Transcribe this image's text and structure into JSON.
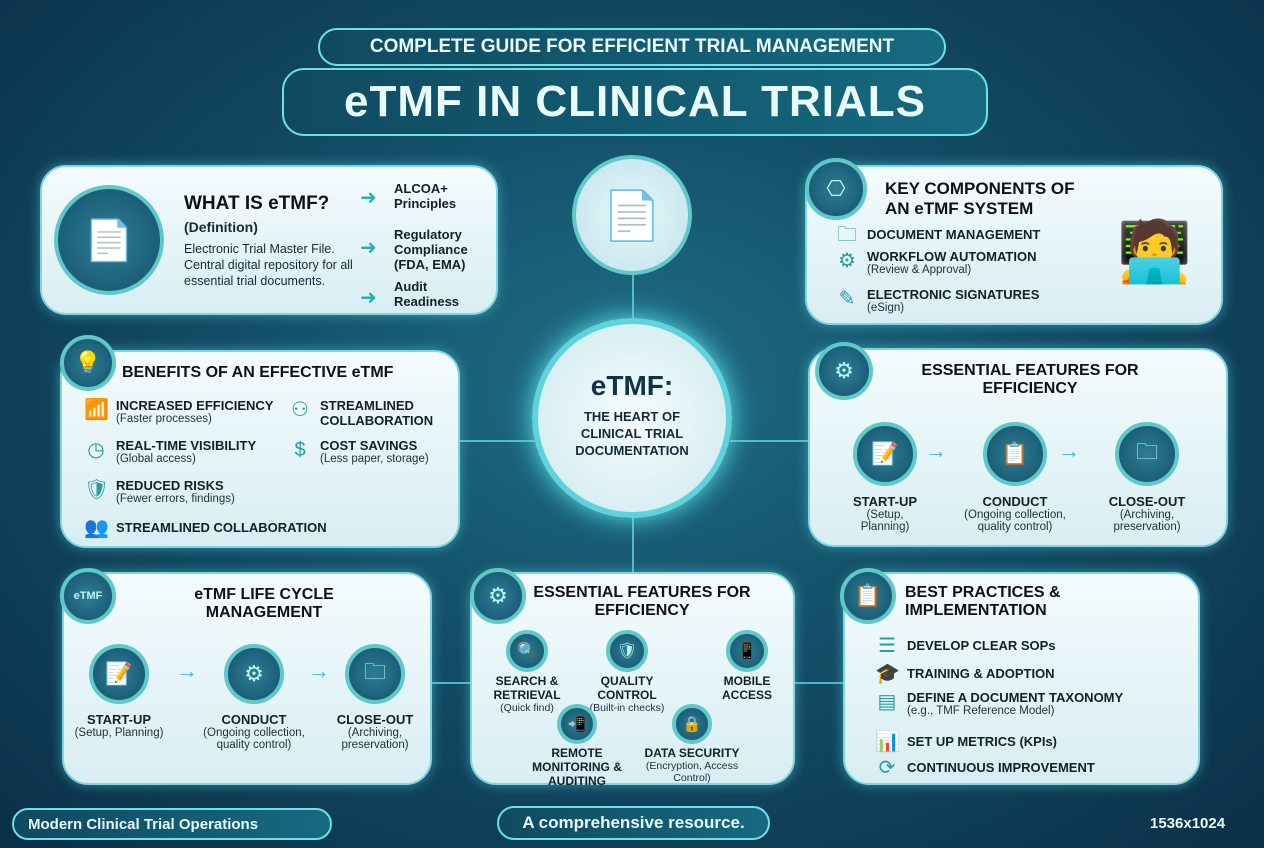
{
  "header": {
    "subtitle": "COMPLETE GUIDE FOR EFFICIENT TRIAL MANAGEMENT",
    "title": "eTMF IN CLINICAL TRIALS"
  },
  "what_is": {
    "title": "WHAT IS eTMF?",
    "subtitle": "(Definition)",
    "body": "Electronic Trial Master File. Central digital repository for all essential trial documents.",
    "points": [
      "ALCOA+ Principles",
      "Regulatory Compliance (FDA, EMA)",
      "Audit Readiness"
    ],
    "icon": "document-cloud-icon"
  },
  "benefits": {
    "title": "BENEFITS OF AN EFFECTIVE eTMF",
    "items": [
      {
        "t": "INCREASED EFFICIENCY",
        "s": "(Faster processes)",
        "icon": "bar-chart-icon"
      },
      {
        "t": "REAL-TIME VISIBILITY",
        "s": "(Global access)",
        "icon": "clock-icon"
      },
      {
        "t": "REDUCED RISKS",
        "s": "(Fewer errors, findings)",
        "icon": "shield-check-icon"
      },
      {
        "t": "STREAMLINED COLLABORATION",
        "s": "",
        "icon": "team-icon"
      },
      {
        "t": "STREAMLINED COLLABORATION",
        "s": "",
        "icon": "collaboration-icon"
      },
      {
        "t": "COST SAVINGS",
        "s": "(Less paper, storage)",
        "icon": "dollar-icon"
      }
    ]
  },
  "center": {
    "title": "eTMF:",
    "subtitle": "THE HEART OF CLINICAL TRIAL DOCUMENTATION"
  },
  "key_components": {
    "title": "KEY COMPONENTS OF AN eTMF SYSTEM",
    "items": [
      {
        "t": "DOCUMENT MANAGEMENT",
        "s": "",
        "icon": "folder-icon"
      },
      {
        "t": "WORKFLOW AUTOMATION",
        "s": "(Review & Approval)",
        "icon": "gear-icon"
      },
      {
        "t": "ELECTRONIC SIGNATURES",
        "s": "(eSign)",
        "icon": "signature-icon"
      }
    ]
  },
  "features_lifecycle": {
    "title": "ESSENTIAL FEATURES FOR EFFICIENCY",
    "stages": [
      {
        "t": "START-UP",
        "s": "(Setup, Planning)"
      },
      {
        "t": "CONDUCT",
        "s": "(Ongoing collection, quality control)"
      },
      {
        "t": "CLOSE-OUT",
        "s": "(Archiving, preservation)"
      }
    ]
  },
  "lifecycle": {
    "title": "eTMF LIFE CYCLE MANAGEMENT",
    "badge": "eTMF",
    "stages": [
      {
        "t": "START-UP",
        "s": "(Setup, Planning)"
      },
      {
        "t": "CONDUCT",
        "s": "(Ongoing collection, quality control)"
      },
      {
        "t": "CLOSE-OUT",
        "s": "(Archiving, preservation)"
      }
    ]
  },
  "features": {
    "title": "ESSENTIAL FEATURES FOR EFFICIENCY",
    "items": [
      {
        "t": "SEARCH & RETRIEVAL",
        "s": "(Quick find)",
        "icon": "search-icon"
      },
      {
        "t": "QUALITY CONTROL",
        "s": "(Built-in checks)",
        "icon": "shield-check-icon"
      },
      {
        "t": "MOBILE ACCESS",
        "s": "",
        "icon": "mobile-icon"
      },
      {
        "t": "REMOTE MONITORING & AUDITING",
        "s": "",
        "icon": "remote-monitor-icon"
      },
      {
        "t": "DATA SECURITY",
        "s": "(Encryption, Access Control)",
        "icon": "lock-icon"
      }
    ]
  },
  "best_practices": {
    "title": "BEST PRACTICES & IMPLEMENTATION",
    "items": [
      {
        "t": "DEVELOP CLEAR SOPs",
        "s": ""
      },
      {
        "t": "TRAINING & ADOPTION",
        "s": ""
      },
      {
        "t": "DEFINE A DOCUMENT TAXONOMY",
        "s": "(e.g., TMF Reference Model)"
      },
      {
        "t": "SET UP METRICS (KPIs)",
        "s": ""
      },
      {
        "t": "CONTINUOUS IMPROVEMENT",
        "s": ""
      }
    ]
  },
  "footer": {
    "left": "Modern Clinical Trial Operations",
    "center": "A comprehensive resource.",
    "right": "1536x1024"
  },
  "colors": {
    "accent": "#5fc9c9",
    "background": "#134d66",
    "panel": "#eaf6f9"
  }
}
